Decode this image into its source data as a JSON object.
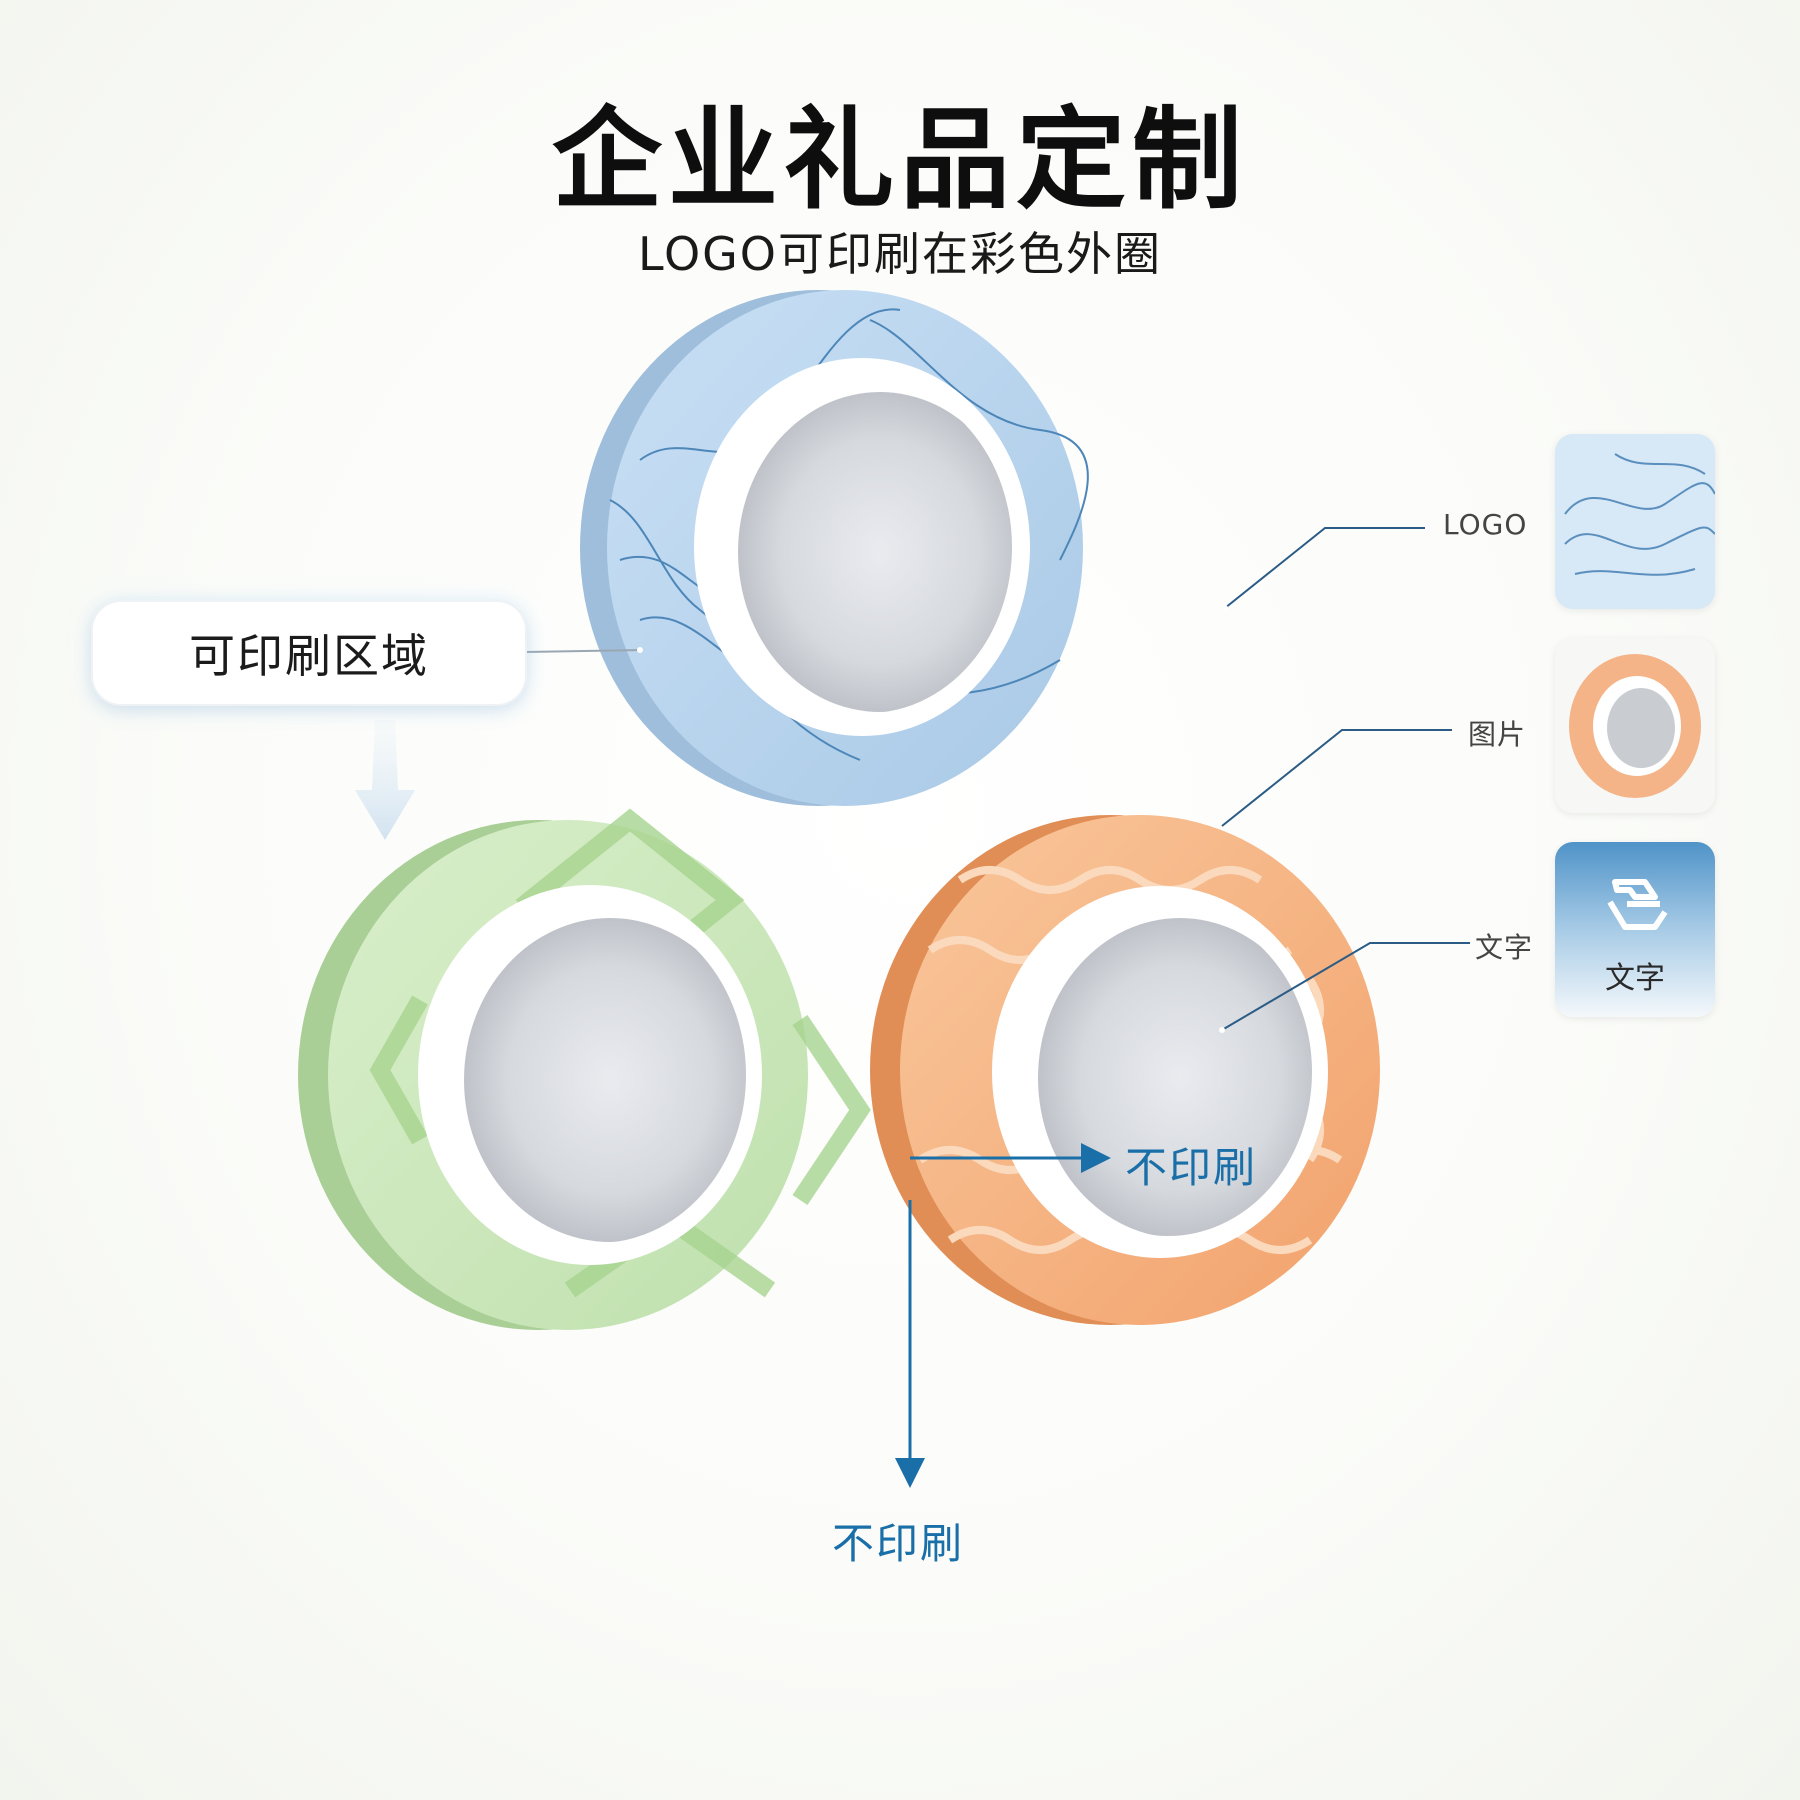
{
  "title": "企业礼品定制",
  "subtitle": "LOGO可印刷在彩色外圈",
  "printable_area_label": "可印刷区域",
  "callouts": {
    "logo": "LOGO",
    "image": "图片",
    "text": "文字"
  },
  "no_print_labels": [
    "不印刷",
    "不印刷"
  ],
  "thumbnails": {
    "text_card_label": "文字"
  },
  "colors": {
    "blue_ring": "#b9d6ef",
    "green_ring": "#cde8bf",
    "orange_ring": "#f6b483",
    "annotation_blue": "#1a6fa8"
  }
}
